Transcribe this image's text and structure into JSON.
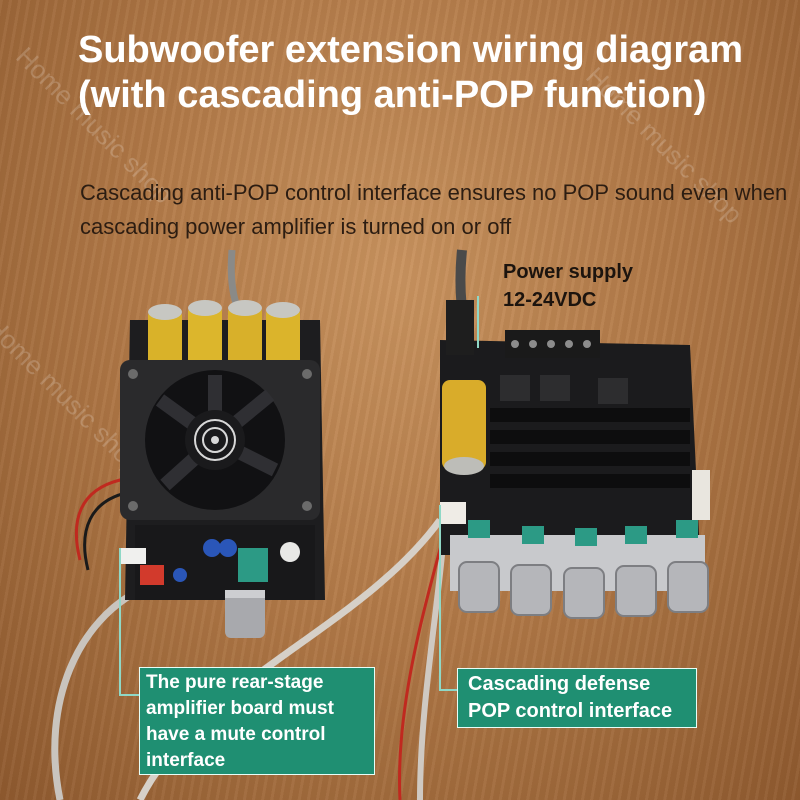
{
  "title": "Subwoofer extension wiring diagram (with cascading anti-POP function)",
  "subtitle": "Cascading anti-POP control interface ensures no POP sound even when cascading power amplifier is turned on or off",
  "power_label": {
    "line1": "Power supply",
    "line2": "12-24VDC"
  },
  "callouts": {
    "left": {
      "line1": "The pure rear-stage",
      "line2": "amplifier board must",
      "line3": "have a mute control",
      "line4": "interface"
    },
    "right": {
      "line1": "Cascading defense",
      "line2": "POP control interface"
    }
  },
  "watermark": "Home music shop",
  "colors": {
    "callout_bg": "#1f8f72",
    "title": "#ffffff",
    "subtitle": "#2c1d12",
    "connector_line": "#8fd8c6"
  }
}
